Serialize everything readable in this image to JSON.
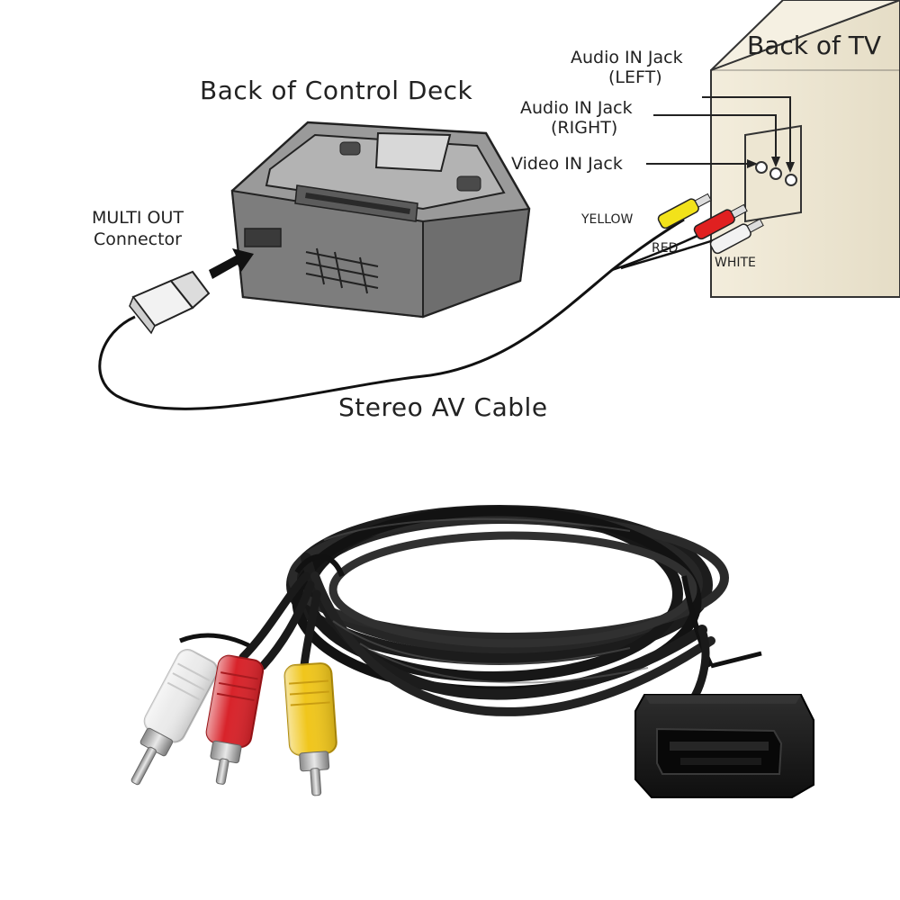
{
  "diagram": {
    "deck_title": "Back of Control Deck",
    "tv_title": "Back of TV",
    "connector_label": [
      "MULTI OUT",
      "Connector"
    ],
    "cable_label": "Stereo AV Cable",
    "jacks": [
      {
        "line1": "Audio IN Jack",
        "line2": "(LEFT)"
      },
      {
        "line1": "Audio IN Jack",
        "line2": "(RIGHT)"
      },
      {
        "line1": "Video IN Jack",
        "line2": ""
      }
    ],
    "plug_colors": [
      {
        "name": "YELLOW",
        "hex": "#f2e21a"
      },
      {
        "name": "RED",
        "hex": "#e02020"
      },
      {
        "name": "WHITE",
        "hex": "#f2f2f2"
      }
    ]
  },
  "photo": {
    "subject": "coiled black stereo AV cable with white, red and yellow RCA plugs and a multi-out connector",
    "plug_colors": [
      "#ebebeb",
      "#d8232a",
      "#f0c61c"
    ],
    "cable_color": "#1c1c1c"
  }
}
